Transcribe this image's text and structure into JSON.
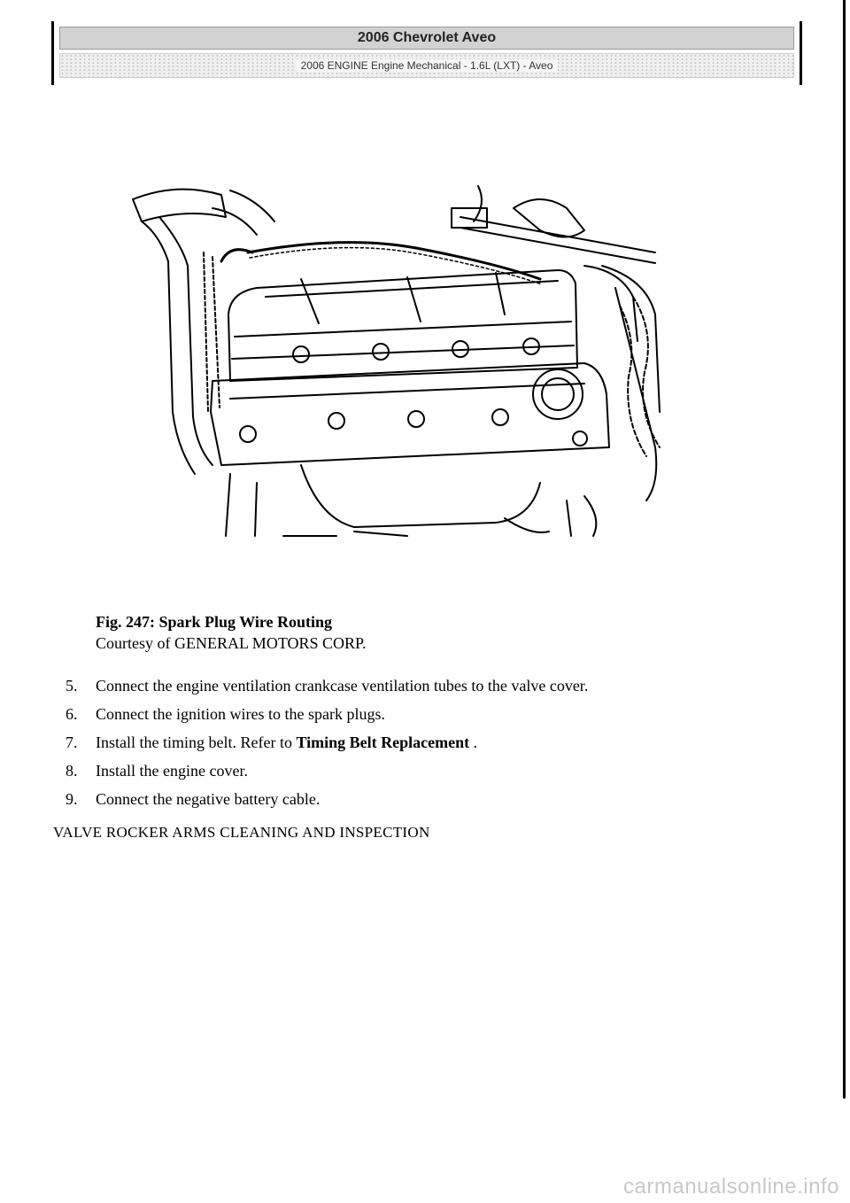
{
  "header": {
    "title": "2006 Chevrolet Aveo",
    "subtitle": "2006 ENGINE Engine Mechanical - 1.6L (LXT) - Aveo"
  },
  "figure": {
    "label": "Fig. 247: Spark Plug Wire Routing",
    "courtesy": "Courtesy of GENERAL MOTORS CORP."
  },
  "steps": [
    {
      "num": "5.",
      "text": "Connect the engine ventilation crankcase ventilation tubes to the valve cover.",
      "link": "",
      "tail": ""
    },
    {
      "num": "6.",
      "text": "Connect the ignition wires to the spark plugs.",
      "link": "",
      "tail": ""
    },
    {
      "num": "7.",
      "text": "Install the timing belt. Refer to ",
      "link": "Timing Belt Replacement",
      "tail": " ."
    },
    {
      "num": "8.",
      "text": "Install the engine cover.",
      "link": "",
      "tail": ""
    },
    {
      "num": "9.",
      "text": "Connect the negative battery cable.",
      "link": "",
      "tail": ""
    }
  ],
  "section_heading": "VALVE ROCKER ARMS CLEANING AND INSPECTION",
  "watermark": "carmanualsonline.info"
}
